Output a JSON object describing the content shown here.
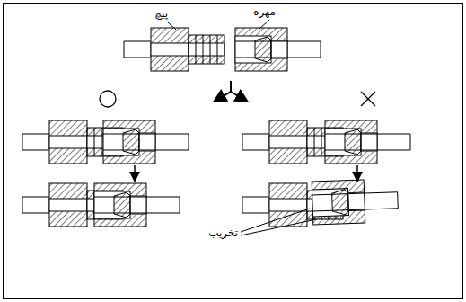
{
  "diagram": {
    "labels": [
      "پیچ",
      "مهره",
      "تخریب"
    ]
  }
}
